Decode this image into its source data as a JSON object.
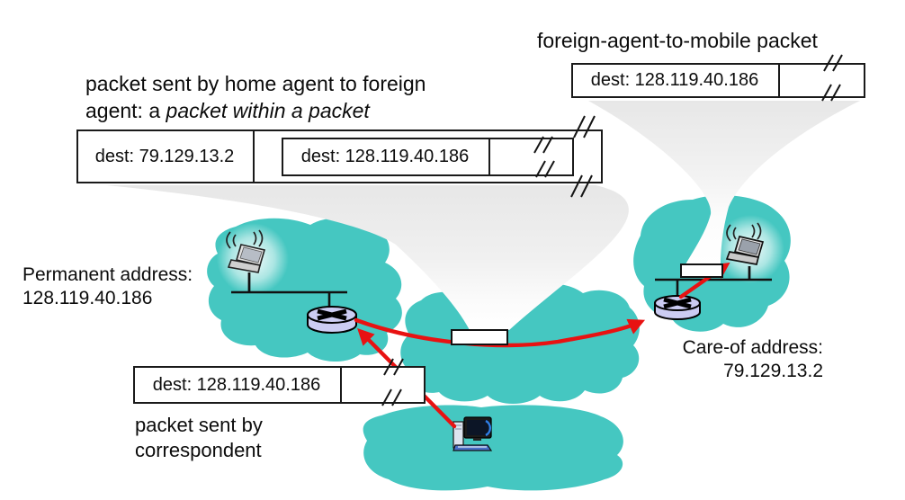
{
  "diagram": {
    "fa_packet_title": "foreign-agent-to-mobile packet",
    "ha_caption": {
      "line1": "packet sent by home agent to foreign",
      "line2_prefix": "agent: a ",
      "line2_italic": "packet within a packet"
    },
    "permanent_address": {
      "line1": "Permanent address:",
      "line2": "128.119.40.186"
    },
    "care_of_address": {
      "line1": "Care-of address:",
      "line2": "79.129.13.2"
    },
    "correspondent_caption": {
      "line1": "packet sent by",
      "line2": "correspondent"
    },
    "packets": {
      "foreign_agent_to_mobile_dest": "dest: 128.119.40.186",
      "encapsulated_outer_dest": "dest: 79.129.13.2",
      "encapsulated_inner_dest": "dest: 128.119.40.186",
      "correspondent_dest": "dest: 128.119.40.186"
    },
    "icons": {
      "router": "router-icon",
      "laptop": "laptop-icon",
      "wifi": "wifi-waves-icon",
      "desktop": "desktop-computer-icon"
    },
    "colors": {
      "network_fill": "#45c7c1",
      "router_fill": "#ccccf2",
      "arrow_red": "#e81212",
      "funnel_gray": "#e8e8e8"
    }
  }
}
